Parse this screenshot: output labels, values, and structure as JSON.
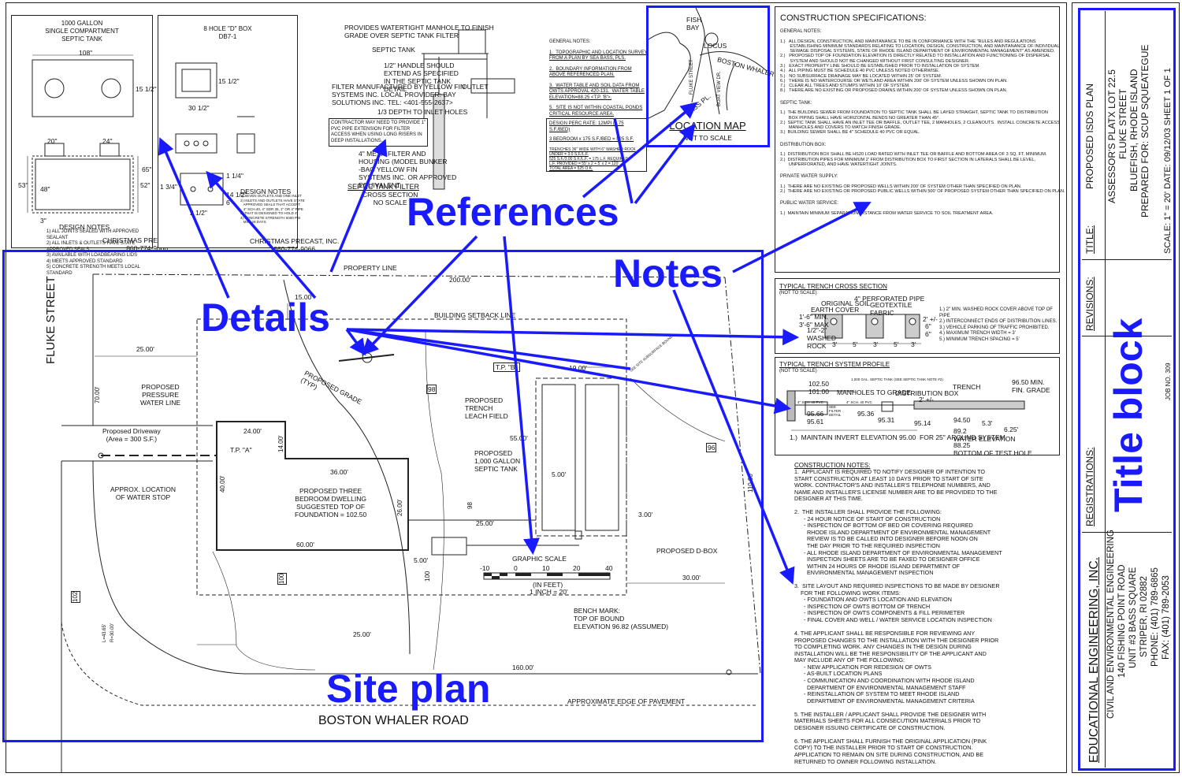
{
  "tank_detail": {
    "title": "1000 GALLON\nSINGLE COMPARTMENT\nSEPTIC TANK",
    "dims": [
      "108\"",
      "15 1/2\"",
      "20\"",
      "24\"",
      "53\"",
      "48\"",
      "52\"",
      "65\"",
      "3\""
    ],
    "notes_title": "DESIGN NOTES",
    "notes": [
      "1) ALL JOINTS SEALED WITH APPROVED SEALANT",
      "2) ALL INLETS & OUTLETS HAVE STATE APPROVED SEALS",
      "3) AVAILABLE WITH LOADBEARING LIDS",
      "4) MEETS APPROVED STANDARD",
      "5) CONCRETE STRENGTH MEETS LOCAL STANDARD"
    ],
    "maker": "CHRISTMAS PRECAST, INC.\n860-774-9066"
  },
  "dbox_detail": {
    "title": "8 HOLE \"D\" BOX\nDB7-1",
    "dims": [
      "15 1/2\"",
      "30 1/2\"",
      "1 3/4\"",
      "1 1/4\"",
      "2 1/2\"",
      "14 1/2\"",
      "6\""
    ],
    "notes_title": "DESIGN NOTES",
    "notes": "1) SEVEN OUTLETS AND ONE INLET\n2) INLETS AND OUTLETS HAVE STATE\n   APPROVED SEALS THAT ACCEPT\n   4\" SCH.40, 4\" SDR 35, 1\" OR 4\" PIPE\n3) THAT IS DESIGNED TO HOLD 4\"\n4) CONCRETE STRENGTH 5000 PSI\n   MIN. 28 DAYS",
    "maker": "CHRISTMAS PRECAST, INC.\n860-774-9066"
  },
  "filter_detail": {
    "title": "SEPTIC TANK FILTER",
    "subtitle": "CROSS SECTION\nNO SCALE",
    "labels": {
      "manhole": "PROVIDES WATERTIGHT MANHOLE TO FINISH\nGRADE OVER SEPTIC TANK FILTER",
      "tank": "SEPTIC TANK",
      "handle": "1/2\" HANDLE SHOULD\nEXTEND AS SPECIFIED\nIN THE SEPTIC TANK\nDETAIL",
      "outlet": "OUTLET",
      "maker": "FILTER MANUFACTURED BY YELLOW FIN\nSYSTEMS INC. LOCAL PROVIDER: BAY\nSOLUTIONS INC. TEL: <401-555-2637>",
      "depth": "1/3 DEPTH TO INLET HOLES",
      "contractor": "CONTRACTOR MAY NEED TO PROVIDE 1\"\nPVC PIPE EXTENSION FOR FILTER\nACCESS WHEN USING LONG RISERS IN\nDEEP INSTALLATIONS.",
      "mesh": "4\" MESH FILTER AND\nHOUSING (MODEL BUNKER\n-BAG YELLOW FIN\nSYSTEMS INC. OR APPROVED\nEQUIVALENT."
    }
  },
  "general_notes": {
    "title": "GENERAL NOTES:",
    "items": [
      "1.  TOPOGRAPHIC AND LOCATION SURVEY\nFROM A PLAN BY SEA BASS, PLS.",
      "2.  BOUNDARY INFORMATION FROM\nABOVE REFERENCED PLAN.",
      "3.  WATER TABLE AND SOIL DATA FROM\nOWTS APPROVAL 420-131.  WATER TABLE\nELEVATION=88.25 <T.P. 'B'>.",
      "5.  SITE IS NOT WITHIN COASTAL PONDS\nCRITICAL RESOURCE AREA."
    ],
    "design": [
      "DESIGN PERC RATE:  12MPI (1.75 S.F./BED)",
      "3 BEDROOM x 175 S.F./BED = 525 S.F.",
      "TRENCHES 36\" WIDE WITH 6\" WASHED ROCK\nUNDER = 3.0 S.F./L.F.\n525 S.F./3.00 S.F./L.F. = 175 L.F. REQUIRED\nL.F. PROVIDED = 55' x 2 + 5' x 2 = 120'\nTOTAL AREA = 525 O.K."
    ]
  },
  "location_map": {
    "title": "LOCATION MAP",
    "subtitle": "NOT TO SCALE",
    "labels": [
      "FISH\nBAY",
      "LOCUS",
      "BOSTON WHALER RD.",
      "FLUKE STREET",
      "BOAT VIEW DR.",
      "BASS PL."
    ]
  },
  "specs": {
    "title": "CONSTRUCTION SPECIFICATIONS:",
    "sections": [
      {
        "head": "GENERAL NOTES:",
        "items": [
          "1.)   ALL DESIGN, CONSTRUCTION, AND MAINTANANCE TO BE IN CONFORMANCE WITH THE \"RULES AND REGULATIONS\n        ESTABLISHING MINIMUM STANDARDS RELATING TO LOCATION, DESIGN, CONSTRUCTION, AND MAINTANANCE OF INDIVIDUAL\n        SEWAGE DISPOSAL SYSTEMS, STATE OF RHODE ISLAND DEPARTMENT OF ENVIRONMENTAL MANAGEMENT\" AS AMENDED.",
          "2.)   PROPOSED TOP OF FOUNDATION ELEVATION IS DIRECTLY RELATED TO INSTALLATION AND FUNCTIONING OF DISPERSAL\n        SYSTEM AND SHOULD NOT BE CHANGED WITHOUT FIRST CONSULTING DESIGNER.",
          "3.)   EXACT PROPERTY LINE SHOULD BE ESTABLISHED PRIOR TO INSTALLATION OF SYSTEM.",
          "4.)   ALL PIPING MUST BE SCHEDULE 40 PVC UNLESS NOTED OTHERWISE.",
          "5.)   NO SUBSURFACE DRAINAGE MAY BE LOCATED WITHIN 25' OF SYSTEM.",
          "6.)   THERE IS NO WATERCOURSE OR WETLAND AREA WITHIN 200' OF SYSTEM UNLESS SHOWN ON PLAN.",
          "7.)   CLEAR ALL TREES AND STUMPS WITHIN 10' OF SYSTEM.",
          "8.)   THERE ARE NO EXISTING OR PROPOSED DRAINS WITHIN 200' OF SYSTEM UNLESS SHOWN ON PLAN."
        ]
      },
      {
        "head": "SEPTIC TANK:",
        "items": [
          "1.)  THE BUILDING SEWER FROM FOUNDATION TO SEPTIC TANK SHALL BE LAYED STRAIGHT, SEPTIC TANK TO DISTRIBUTION\n       BOX PIPING SHALL HAVE HORIZONTAL BENDS NO GREATER THAN 45°.",
          "2.)  SEPTIC TANK SHALL HAVE AN INLET TEE OR BAFFLE, OUTLET TEE, 2 MANHOLES, 2 CLEANOUTS.  INSTALL CONCRETE ACCESS\n       MANHOLES AND COVERS TO MATCH FINISH GRADE.",
          "3.)  BUILDING SEWER SHALL BE 4\" SCHEDULE 40 PVC OR EQUAL."
        ]
      },
      {
        "head": "DISTRIBUTION BOX:",
        "items": [
          "1.)  DISTRIBUTION BOX SHALL BE HS20 LOAD RATED WITH INLET TEE OR BAFFLE AND BOTTOM AREA OF 3 SQ. FT. MINIMUM.",
          "2.)  DISTRIBUTION PIPES FOR MINIMUM 2' FROM DISTRIBUTION BOX TO FIRST SECTION IN LATERALS SHALL BE LEVEL,\n       UNPERFORATED, AND HAVE WATERTIGHT JOINTS."
        ]
      },
      {
        "head": "PRIVATE WATER SUPPLY:",
        "items": [
          "1.)  THERE ARE NO EXISTING OR PROPOSED WELLS WITHIN 200' OF SYSTEM OTHER THAN SPECIFIED ON PLAN.",
          "2.)  THERE ARE NO EXISTING OR PROPOSED PUBLIC WELLS WITHIN 500' OF PROPOSED SYSTEM OTHER THAN SPECIFIED ON PLAN."
        ]
      },
      {
        "head": "PUBLIC WATER SERVICE:",
        "items": [
          "1.)  MAINTAIN MINIMUM SEPARATION DISTANCE FROM WATER SERVICE TO SOIL TREATMENT AREA."
        ]
      }
    ]
  },
  "cross_section": {
    "title": "TYPICAL TRENCH CROSS SECTION",
    "scale": "(NOT TO SCALE)",
    "labels": [
      "ORIGINAL SOIL",
      "EARTH COVER",
      "4\" PERFORATED PIPE",
      "GEOTEXTILE\nFABRIC",
      "1'-6\" MIN.\n3'-6\" MAX",
      "1/2\"-2\"\nWASHED\nROCK",
      "2' +/-",
      "6\"",
      "6\"",
      "3'",
      "5'",
      "3'",
      "5'",
      "3'"
    ],
    "notes": [
      "1.)  2\" MIN. WASHED ROCK COVER ABOVE TOP OF PIPE",
      "2.)  INTERCONNECT ENDS OF DISTRIBUTION LINES.",
      "3.)  VEHICLE PARKING OF TRAFFIC PROHIBITED.",
      "4.)  MAXIMUM TRENCH WIDTH = 3'",
      "5.)  MINIMUM TRENCH SPACING = 5'"
    ]
  },
  "profile": {
    "title": "TYPICAL TRENCH SYSTEM PROFILE",
    "scale": "(NOT TO SCALE)",
    "labels": [
      "1,000 GAL. SEPTIC TANK (SEE SEPTIC TANK NOTE #2)",
      "102.50",
      "101.00",
      "MANHOLES TO GRADE",
      "DISTRIBUTION BOX",
      "TRENCH",
      "96.50 MIN.\nFIN. GRADE",
      "4\" SCH. 40 PVC",
      "4\" SCH. 40 PVC",
      "SEE\nFILTER\nDETAIL",
      "95.66",
      "95.61",
      "95.36",
      "95.31",
      "95.14",
      "94.50",
      "5.3'",
      "6.25'",
      "89.2\nWATER ELEVATION",
      "88.25\nBOTTOM OF TEST HOLE",
      "2' +/-"
    ],
    "note": "1.)  MAINTAIN INVERT ELEVATION 95.00  FOR 25\" AROUND SYSTEM."
  },
  "construction_notes": {
    "title": "CONSTRUCTION NOTES:",
    "text": "1.  APPLICANT IS REQUIRED TO NOTIFY DESIGNER OF INTENTION TO\nSTART CONSTRUCTION AT LEAST 10 DAYS PRIOR TO START OF SITE\nWORK. CONTRACTOR'S AND INSTALLER'S TELEPHONE NUMBERS, AND\nNAME AND INSTALLER'S LICENSE NUMBER ARE TO BE PROVIDED TO THE\nDESIGNER AT THIS TIME.\n\n2.  THE INSTALLER SHALL PROVIDE THE FOLLOWING:\n      - 24 HOUR NOTICE OF START OF CONSTRUCTION\n      - INSPECTION OF BOTTOM OF BED OR COVERING REQUIRED\n        RHODE ISLAND DEPARTMENT OF ENVIRONMENTAL MANAGEMENT\n        REVIEW IS TO BE CALLED INTO DESIGNER BEFORE NOON ON\n        THE DAY PRIOR TO THE REQUIRED INSPECTION\n      - ALL RHODE ISLAND DEPARTMENT OF ENVIRONMENTAL MANAGEMENT\n        INSPECTION SHEETS ARE TO BE FAXED TO DESIGNER OFFICE\n        WITHIN 24 HOURS OF RHODE ISLAND DEPARTMENT OF\n        ENVIRONMENTAL MANAGEMENT INSPECTION\n\n3.  SITE LAYOUT AND REQUIRED INSPECTIONS TO BE MADE BY DESIGNER\n    FOR THE FOLLOWING WORK ITEMS:\n      - FOUNDATION AND OWTS LOCATION AND ELEVATION\n      - INSPECTION OF OWTS BOTTOM OF TRENCH\n      - INSPECTION OF OWTS COMPONENTS & FILL PERIMETER\n      - FINAL COVER AND WELL / WATER SERVICE LOCATION INSPECTION\n\n4. THE APPLICANT SHALL BE RESPONSIBLE FOR REVIEWING ANY\nPROPOSED CHANGES TO THE INSTALLATION WITH THE DESIGNER PRIOR\nTO COMPLETING WORK. ANY CHANGES IN THE DESIGN DURING\nINSTALLATION WILL BE THE RESPONSIBILITY OF THE APPLICANT AND\nMAY INCLUDE ANY OF THE FOLLOWING:\n      - NEW APPLICATION FOR REDESIGN OF OWTS\n      - AS-BUILT LOCATION PLANS\n      - COMMUNICATION AND COORDINATION WITH RHODE ISLAND\n        DEPARTMENT OF ENVIRONMENTAL MANAGEMENT STAFF\n      - REINSTALLATION OF SYSTEM TO MEET RHODE ISLAND\n        DEPARTMENT OF ENVIRONMENTAL MANAGEMENT CRITERIA\n\n5. THE INSTALLER / APPLICANT SHALL PROVIDE THE DESIGNER WITH\nMATERIALS SHEETS FOR ALL CONSECUTION MATERIALS PRIOR TO\nDESIGNER ISSUING CERTIFICATE OF CONSTRUCTION.\n\n6. THE APPLICANT SHALL FURNISH THE ORIGINAL APPLICATION (PINK\nCOPY) TO THE INSTALLER PRIOR TO START OF CONSTRUCTION.\nAPPLICATION TO REMAIN ON SITE DURING CONSTRUCTION, AND BE\nRETURNED TO OWNER FOLLOWING INSTALLATION."
  },
  "site_plan": {
    "street_left": "FLUKE STREET",
    "street_bottom": "BOSTON WHALER ROAD",
    "labels": {
      "property_line": "PROPERTY LINE",
      "dim_200": "200.00'",
      "dim_15": "15.00'",
      "setback": "BUILDING SETBACK LINE",
      "dim_25a": "25.00'",
      "water_line": "PROPOSED\nPRESSURE\nWATER LINE",
      "dim_70": "70.00'",
      "driveway": "Proposed Driveway\n(Area = 300 S.F.)",
      "water_stop": "APPROX. LOCATION\nOF WATER STOP",
      "tpa": "T.P. \"A\"",
      "dim_24": "24.00'",
      "dim_14": "14.00'",
      "dim_36": "36.00'",
      "dim_40": "40.00'",
      "dwelling": "PROPOSED THREE\nBEDROOM DWELLING\nSUGGESTED TOP OF\nFOUNDATION = 102.50",
      "dim_26": "26.00'",
      "dim_60": "60.00'",
      "grade": "PROPOSED GRADE\n(TYP)",
      "tpb": "T.P. \"B\"",
      "dim_19": "19.00'",
      "leach": "PROPOSED\nTRENCH\nLEACH FIELD",
      "dim_55": "55.00'",
      "tank": "PROPOSED\n1,000 GALLON\nSEPTIC TANK",
      "dim_5a": "5.00'",
      "dim_25b": "25.00'",
      "dim_3": "3.00'",
      "dbox": "PROPOSED D-BOX",
      "dim_5b": "5.00'",
      "graphic_scale": "GRAPHIC SCALE",
      "scale_ticks": [
        "-10",
        "0",
        "10",
        "20",
        "40"
      ],
      "in_feet": "(IN FEET)",
      "inch": "1 INCH = 20'",
      "dim_30": "30.00'",
      "bench": "BENCH MARK:\nTOP OF BOUND\nELEVATION 96.82 (ASSUMED)",
      "dim_25c": "25.00'",
      "dim_160": "160.00'",
      "pavement": "APPROXIMATE EDGE OF PAVEMENT",
      "dim_110": "110.00'",
      "c98": "98",
      "c96": "96",
      "c100a": "100",
      "c100b": "100",
      "c102": "102",
      "c98b": "98",
      "c_arc1": "L=43.65'",
      "c_arc2": "R=30.00'",
      "hydrant": "SEE SITE SUBSURFACE BOUND"
    }
  },
  "title_block": {
    "title_label": "TITLE:",
    "title_lines": [
      "PROPOSED ISDS PLAN",
      "ASSESSOR'S PLATX LOT 22.5",
      "FLUKE STREET",
      "BLUEFISH, RHODE ISLAND",
      "PREPARED FOR:  SCUP SQUEATEGUE"
    ],
    "scale_line": "SCALE: 1\" = 20'  DATE: 09/12/03   SHEET 1 OF 1",
    "revisions": "REVISIONS:",
    "job": "JOB NO. 309",
    "registrations": "REGISTRATIONS:",
    "company": "EDUCATIONAL ENGINEERING, INC.",
    "company_lines": [
      "CIVIL AND ENVIRONMENTAL ENGINEERING",
      "140 FISHING POINT ROAD",
      "UNIT #3 BASS SQUARE",
      "STRIPER, RI  02882",
      "PHONE: (401) 789-6865",
      "FAX: (401) 789-2053"
    ]
  },
  "annotations": {
    "references": "References",
    "details": "Details",
    "notes": "Notes",
    "title_block": "Title block",
    "site_plan": "Site plan",
    "color": "#1a1aff"
  }
}
